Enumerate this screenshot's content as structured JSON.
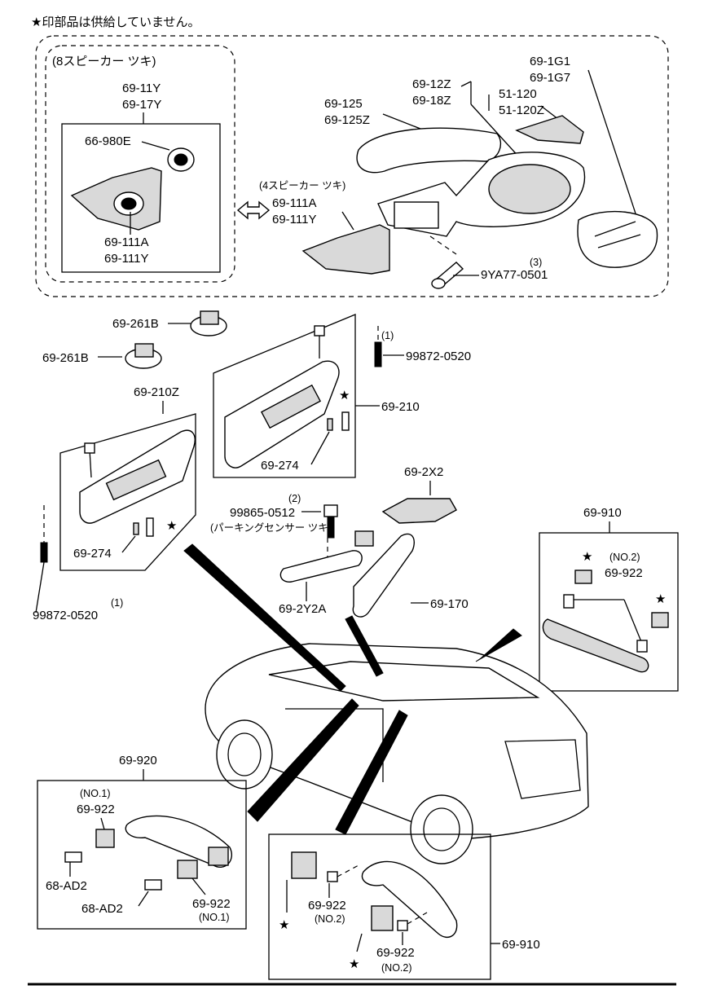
{
  "note": "★印部品は供給していません。",
  "labels": {
    "speaker8_heading": "(8スピーカー ツキ)",
    "speaker4_heading": "(4スピーカー ツキ)",
    "l_69_11Y": "69-11Y",
    "l_69_17Y": "69-17Y",
    "l_66_980E": "66-980E",
    "l_69_111A_a": "69-111A",
    "l_69_111Y_a": "69-111Y",
    "l_69_111A_b": "69-111A",
    "l_69_111Y_b": "69-111Y",
    "l_69_125": "69-125",
    "l_69_125Z": "69-125Z",
    "l_69_12Z": "69-12Z",
    "l_69_18Z": "69-18Z",
    "l_51_120": "51-120",
    "l_51_120Z": "51-120Z",
    "l_69_1G1": "69-1G1",
    "l_69_1G7": "69-1G7",
    "l_qty3": "(3)",
    "l_9YA77": "9YA77-0501",
    "l_69_261B_a": "69-261B",
    "l_69_261B_b": "69-261B",
    "l_qty1_a": "(1)",
    "l_99872_a": "99872-0520",
    "l_69_210Z": "69-210Z",
    "l_69_210": "69-210",
    "l_69_274_a": "69-274",
    "l_69_274_b": "69-274",
    "l_69_2X2": "69-2X2",
    "l_qty2": "(2)",
    "l_99865": "99865-0512",
    "l_parking": "(パーキングセンサー ツキ)",
    "l_69_910_a": "69-910",
    "l_no2_a": "(NO.2)",
    "l_69_922_a": "69-922",
    "l_69_2Y2A": "69-2Y2A",
    "l_69_170": "69-170",
    "l_qty1_b": "(1)",
    "l_99872_b": "99872-0520",
    "l_69_920": "69-920",
    "l_no1_a": "(NO.1)",
    "l_69_922_b": "69-922",
    "l_68_AD2_a": "68-AD2",
    "l_68_AD2_b": "68-AD2",
    "l_69_922_c": "69-922",
    "l_no1_b": "(NO.1)",
    "l_69_922_d": "69-922",
    "l_no2_b": "(NO.2)",
    "l_69_922_e": "69-922",
    "l_no2_c": "(NO.2)",
    "l_69_910_b": "69-910"
  },
  "symbols": {
    "star": "★"
  }
}
